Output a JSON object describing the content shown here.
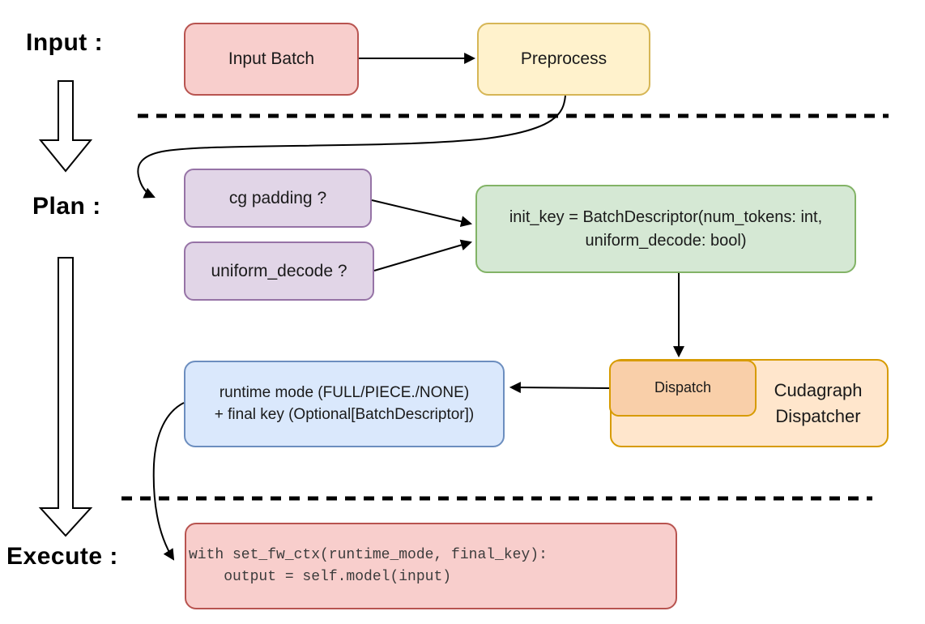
{
  "diagram": {
    "stages": {
      "input_label": "Input :",
      "plan_label": "Plan :",
      "execute_label": "Execute :"
    },
    "nodes": {
      "input_batch": {
        "label": "Input Batch",
        "fill": "#f8cecc",
        "stroke": "#b85450"
      },
      "preprocess": {
        "label": "Preprocess",
        "fill": "#fff2cc",
        "stroke": "#d6b656"
      },
      "cg_padding": {
        "label": "cg padding ?",
        "fill": "#e1d5e7",
        "stroke": "#9673a6"
      },
      "uniform_decode": {
        "label": "uniform_decode ?",
        "fill": "#e1d5e7",
        "stroke": "#9673a6"
      },
      "init_key": {
        "line1": "init_key = BatchDescriptor(num_tokens: int,",
        "line2": "uniform_decode: bool)",
        "fill": "#d5e8d4",
        "stroke": "#82b366"
      },
      "dispatch": {
        "label": "Dispatch",
        "fill": "#f9cfa9",
        "stroke": "#d79b00"
      },
      "cudagraph_dispatcher": {
        "line1": "Cudagraph",
        "line2": "Dispatcher",
        "fill": "#ffe6cc",
        "stroke": "#d79b00"
      },
      "runtime_mode_result": {
        "line1": "runtime mode (FULL/PIECE./NONE)",
        "line2": "+ final key (Optional[BatchDescriptor])",
        "fill": "#dae8fc",
        "stroke": "#6c8ebf"
      },
      "execute_code": {
        "line1": "with set_fw_ctx(runtime_mode, final_key):",
        "line2": "    output = self.model(input)",
        "fill": "#f8cecc",
        "stroke": "#b85450"
      }
    },
    "arrow_color": "#000000"
  }
}
